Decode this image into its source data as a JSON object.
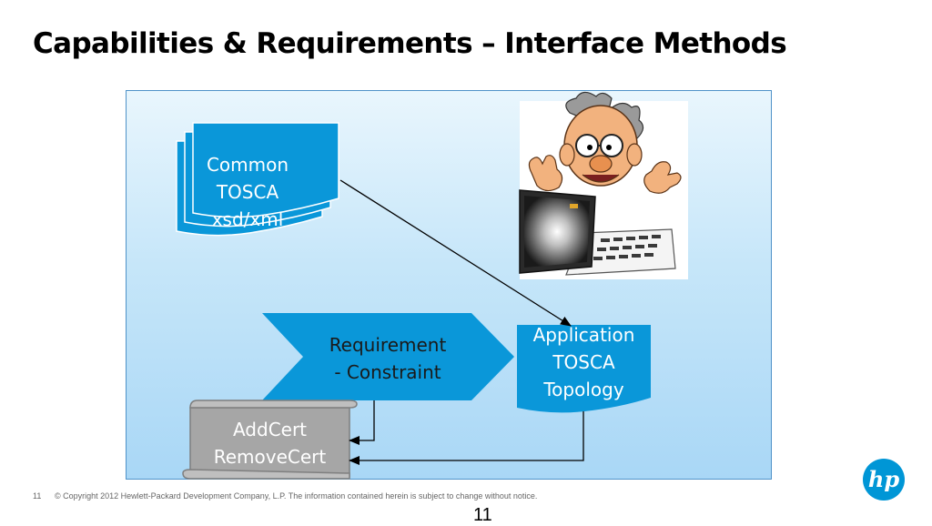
{
  "slide": {
    "title": "Capabilities & Requirements – Interface Methods",
    "footer_number": "11",
    "footer_copyright": "© Copyright 2012 Hewlett-Packard Development Company, L.P.  The information contained herein is subject to change without notice.",
    "page_number": "11"
  },
  "diagram": {
    "common_doc": {
      "lines": [
        "Common",
        "TOSCA",
        "xsd/xml"
      ]
    },
    "requirement_arrow": {
      "lines": [
        "Requirement",
        "- Constraint"
      ]
    },
    "app_doc": {
      "lines": [
        "Application",
        "TOSCA",
        "Topology"
      ]
    },
    "scroll": {
      "lines": [
        "AddCert",
        "RemoveCert"
      ]
    }
  },
  "logo": {
    "text": "hp"
  },
  "colors": {
    "doc_blue": "#0a97d9",
    "scroll_gray": "#a6a6a6",
    "panel_border": "#4f92c8",
    "hp_blue": "#0096d6"
  },
  "icons": [
    "cartoon-scientist-laptop-icon",
    "hp-logo-icon"
  ]
}
